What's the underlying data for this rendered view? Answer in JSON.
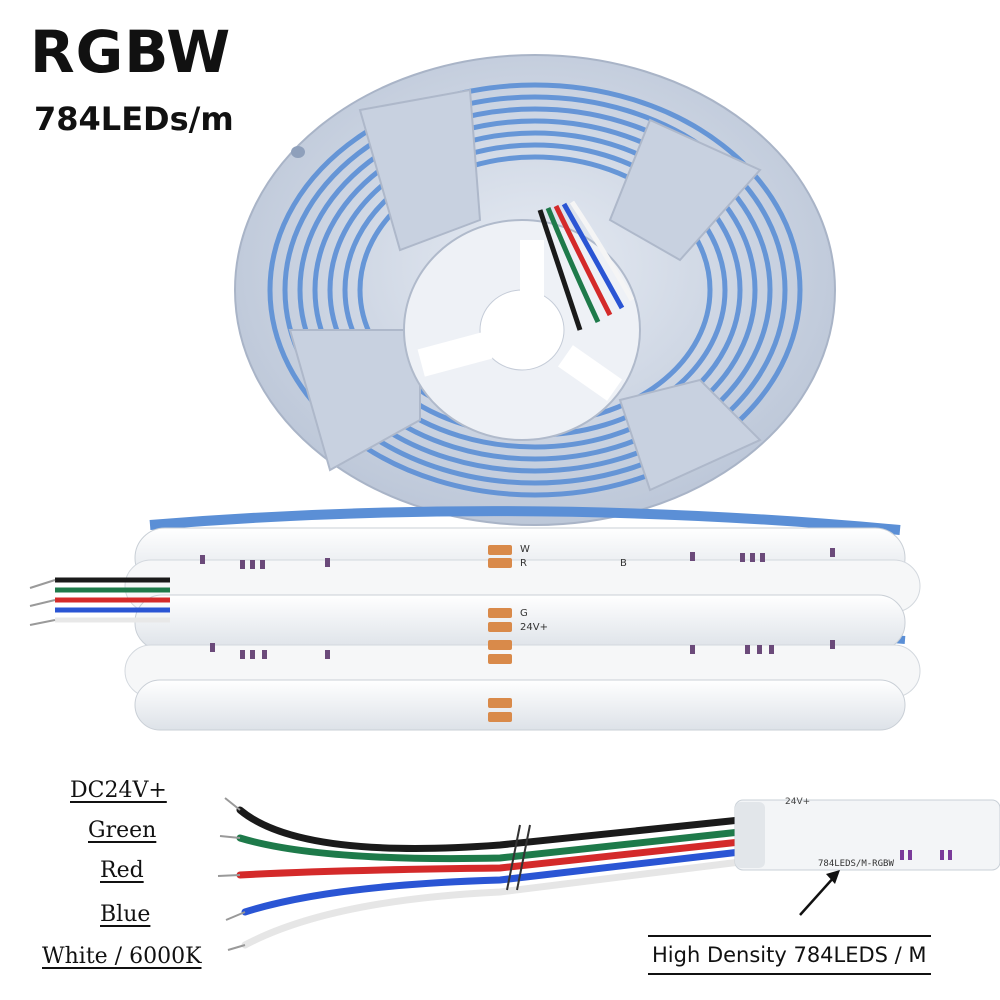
{
  "header": {
    "title": "RGBW",
    "density": "784LEDs/m"
  },
  "strip_print": {
    "pad_labels": [
      "W",
      "R",
      "G",
      "24V+",
      "B"
    ],
    "strip_text": "784LEDS/M-RGBW"
  },
  "wires": [
    {
      "label": "DC24V+",
      "color": "#1a1a1a"
    },
    {
      "label": "Green",
      "color": "#1e7a4a"
    },
    {
      "label": "Red",
      "color": "#d42a2a"
    },
    {
      "label": "Blue",
      "color": "#2a55d4"
    },
    {
      "label": "White / 6000K",
      "color": "#f2f2f2"
    }
  ],
  "callout": {
    "text": "High Density 784LEDS / M"
  },
  "colors": {
    "reel": "#c8d1e0",
    "tape": "#5b8fd6",
    "strip": "#eef0f2",
    "pad": "#d98a4a"
  }
}
